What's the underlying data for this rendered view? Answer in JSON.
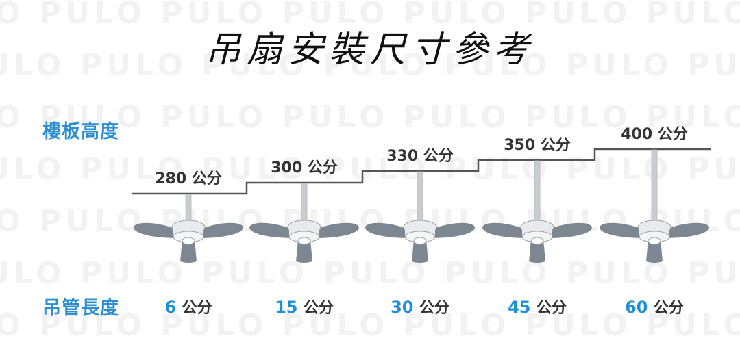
{
  "title": "吊扇安裝尺寸參考",
  "watermark": "PULO",
  "labels": {
    "ceiling_height": "樓板高度",
    "pipe_length": "吊管長度"
  },
  "unit": "公分",
  "fans": [
    {
      "ceiling": "280",
      "pipe": "6"
    },
    {
      "ceiling": "300",
      "pipe": "15"
    },
    {
      "ceiling": "330",
      "pipe": "30"
    },
    {
      "ceiling": "350",
      "pipe": "45"
    },
    {
      "ceiling": "400",
      "pipe": "60"
    }
  ],
  "colors": {
    "accent": "#2e8fd0",
    "ceiling_line": "#555555",
    "blade": "#7d8792",
    "pipe": "#c9ccd1"
  }
}
